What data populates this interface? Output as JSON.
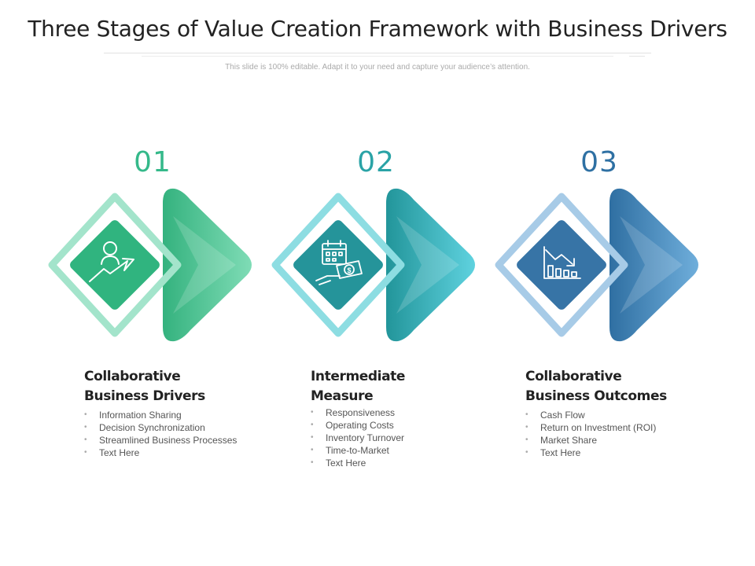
{
  "page": {
    "title": "Three Stages of Value Creation Framework with Business Drivers",
    "subtitle": "This slide is 100% editable. Adapt it to your need and capture your audience’s attention."
  },
  "stages": [
    {
      "number": "01",
      "heading_line1": "Collaborative",
      "heading_line2": "Business Drivers",
      "icon": "person-growth-arrow-icon",
      "colors": {
        "number": "#35b98a",
        "light": "#a3e4cb",
        "dark": "#30b47f",
        "arrow_dark": "#34b27e",
        "arrow_light": "#7fdcb6"
      },
      "bullets": [
        "Information Sharing",
        "Decision Synchronization",
        "Streamlined Business Processes",
        "Text Here"
      ]
    },
    {
      "number": "02",
      "heading_line1": "Intermediate",
      "heading_line2": "Measure",
      "icon": "calendar-money-icon",
      "colors": {
        "number": "#2aa3a6",
        "light": "#8ddde2",
        "dark": "#25949a",
        "arrow_dark": "#22959a",
        "arrow_light": "#5fd2df"
      },
      "bullets": [
        "Responsiveness",
        "Operating Costs",
        "Inventory Turnover",
        "Time-to-Market",
        "Text Here"
      ]
    },
    {
      "number": "03",
      "heading_line1": "Collaborative",
      "heading_line2": "Business Outcomes",
      "icon": "declining-chart-icon",
      "colors": {
        "number": "#2e70a3",
        "light": "#a7cbe7",
        "dark": "#3774a6",
        "arrow_dark": "#2f6fa2",
        "arrow_light": "#6faedb"
      },
      "bullets": [
        "Cash Flow",
        "Return on Investment (ROI)",
        "Market Share",
        "Text Here"
      ]
    }
  ]
}
